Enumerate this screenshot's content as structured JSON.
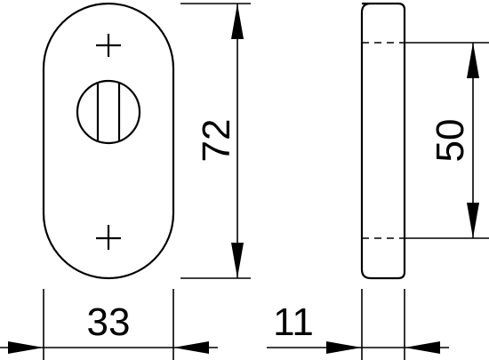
{
  "dimensions": {
    "width": "33",
    "height": "72",
    "hole_spacing": "50",
    "thickness": "11"
  }
}
